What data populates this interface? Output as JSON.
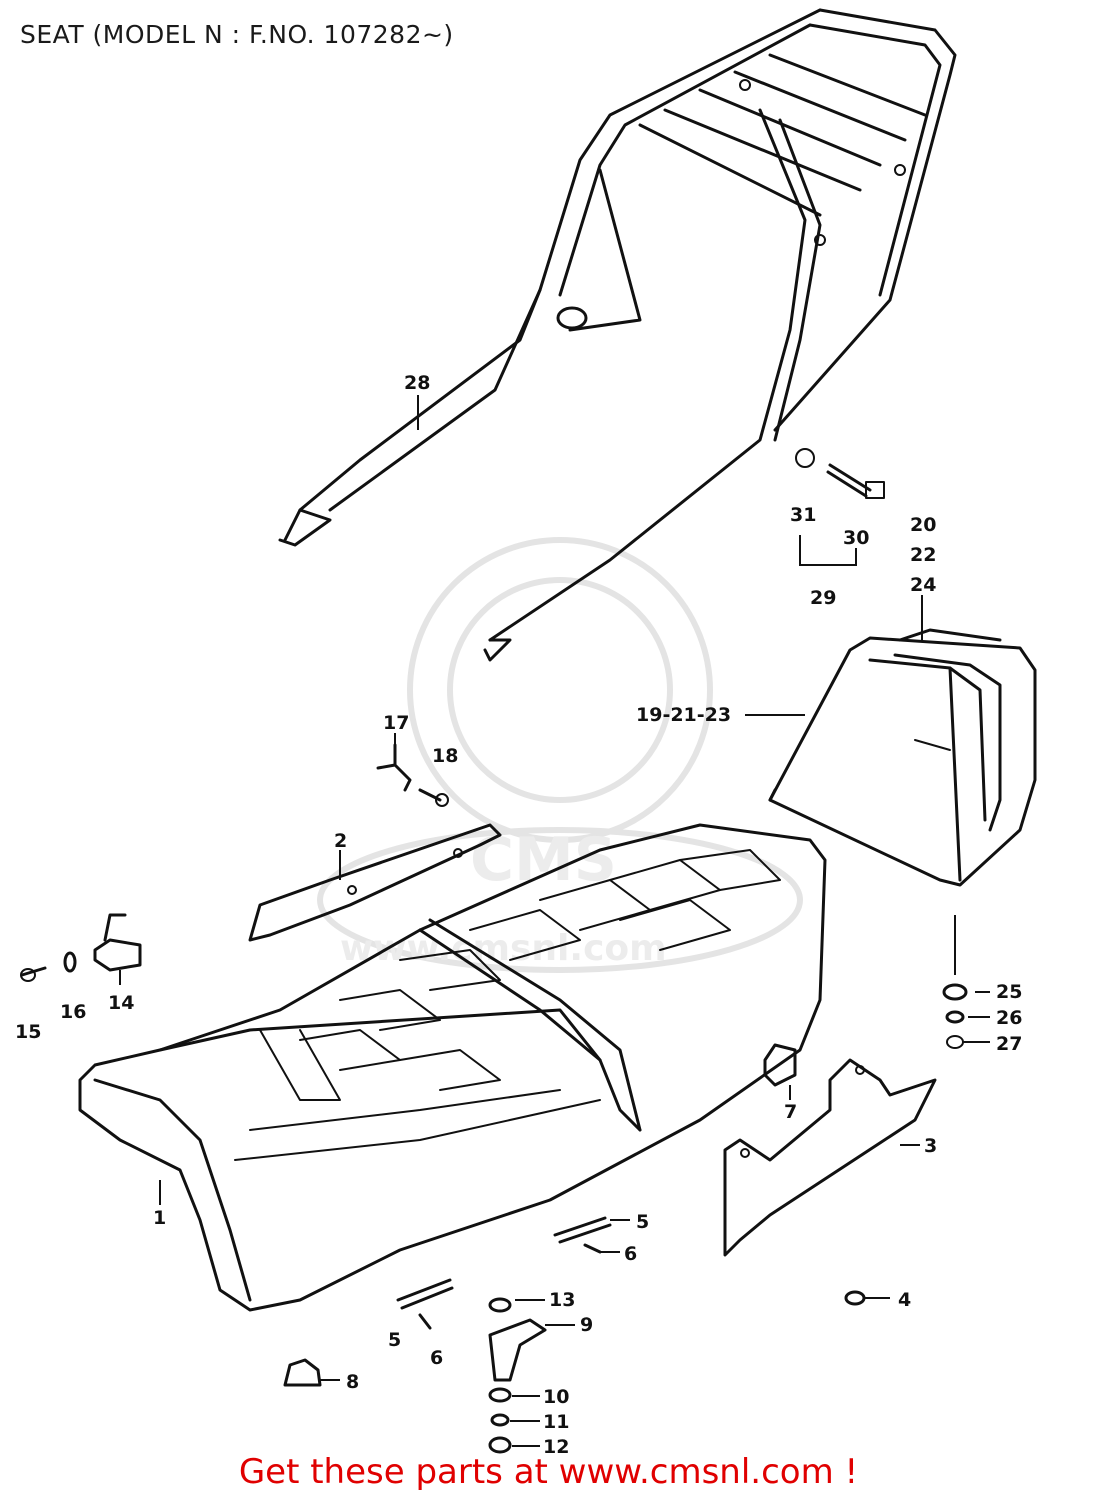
{
  "title": "SEAT (MODEL N : F.NO. 107282~)",
  "footer": "Get these parts at www.cmsnl.com !",
  "watermark": {
    "text": "CMS",
    "url": "www.cmsnl.com"
  },
  "callouts": [
    {
      "id": "c28",
      "text": "28"
    },
    {
      "id": "c31",
      "text": "31"
    },
    {
      "id": "c30",
      "text": "30"
    },
    {
      "id": "c29",
      "text": "29"
    },
    {
      "id": "c20",
      "text": "20"
    },
    {
      "id": "c22",
      "text": "22"
    },
    {
      "id": "c24",
      "text": "24"
    },
    {
      "id": "c192123",
      "text": "19-21-23"
    },
    {
      "id": "c17",
      "text": "17"
    },
    {
      "id": "c18",
      "text": "18"
    },
    {
      "id": "c2",
      "text": "2"
    },
    {
      "id": "c14",
      "text": "14"
    },
    {
      "id": "c15",
      "text": "15"
    },
    {
      "id": "c16",
      "text": "16"
    },
    {
      "id": "c25",
      "text": "25"
    },
    {
      "id": "c26",
      "text": "26"
    },
    {
      "id": "c27",
      "text": "27"
    },
    {
      "id": "c7",
      "text": "7"
    },
    {
      "id": "c3",
      "text": "3"
    },
    {
      "id": "c1",
      "text": "1"
    },
    {
      "id": "c5a",
      "text": "5"
    },
    {
      "id": "c6a",
      "text": "6"
    },
    {
      "id": "c5b",
      "text": "5"
    },
    {
      "id": "c6b",
      "text": "6"
    },
    {
      "id": "c4",
      "text": "4"
    },
    {
      "id": "c13",
      "text": "13"
    },
    {
      "id": "c9",
      "text": "9"
    },
    {
      "id": "c8",
      "text": "8"
    },
    {
      "id": "c10",
      "text": "10"
    },
    {
      "id": "c11",
      "text": "11"
    },
    {
      "id": "c12",
      "text": "12"
    }
  ]
}
